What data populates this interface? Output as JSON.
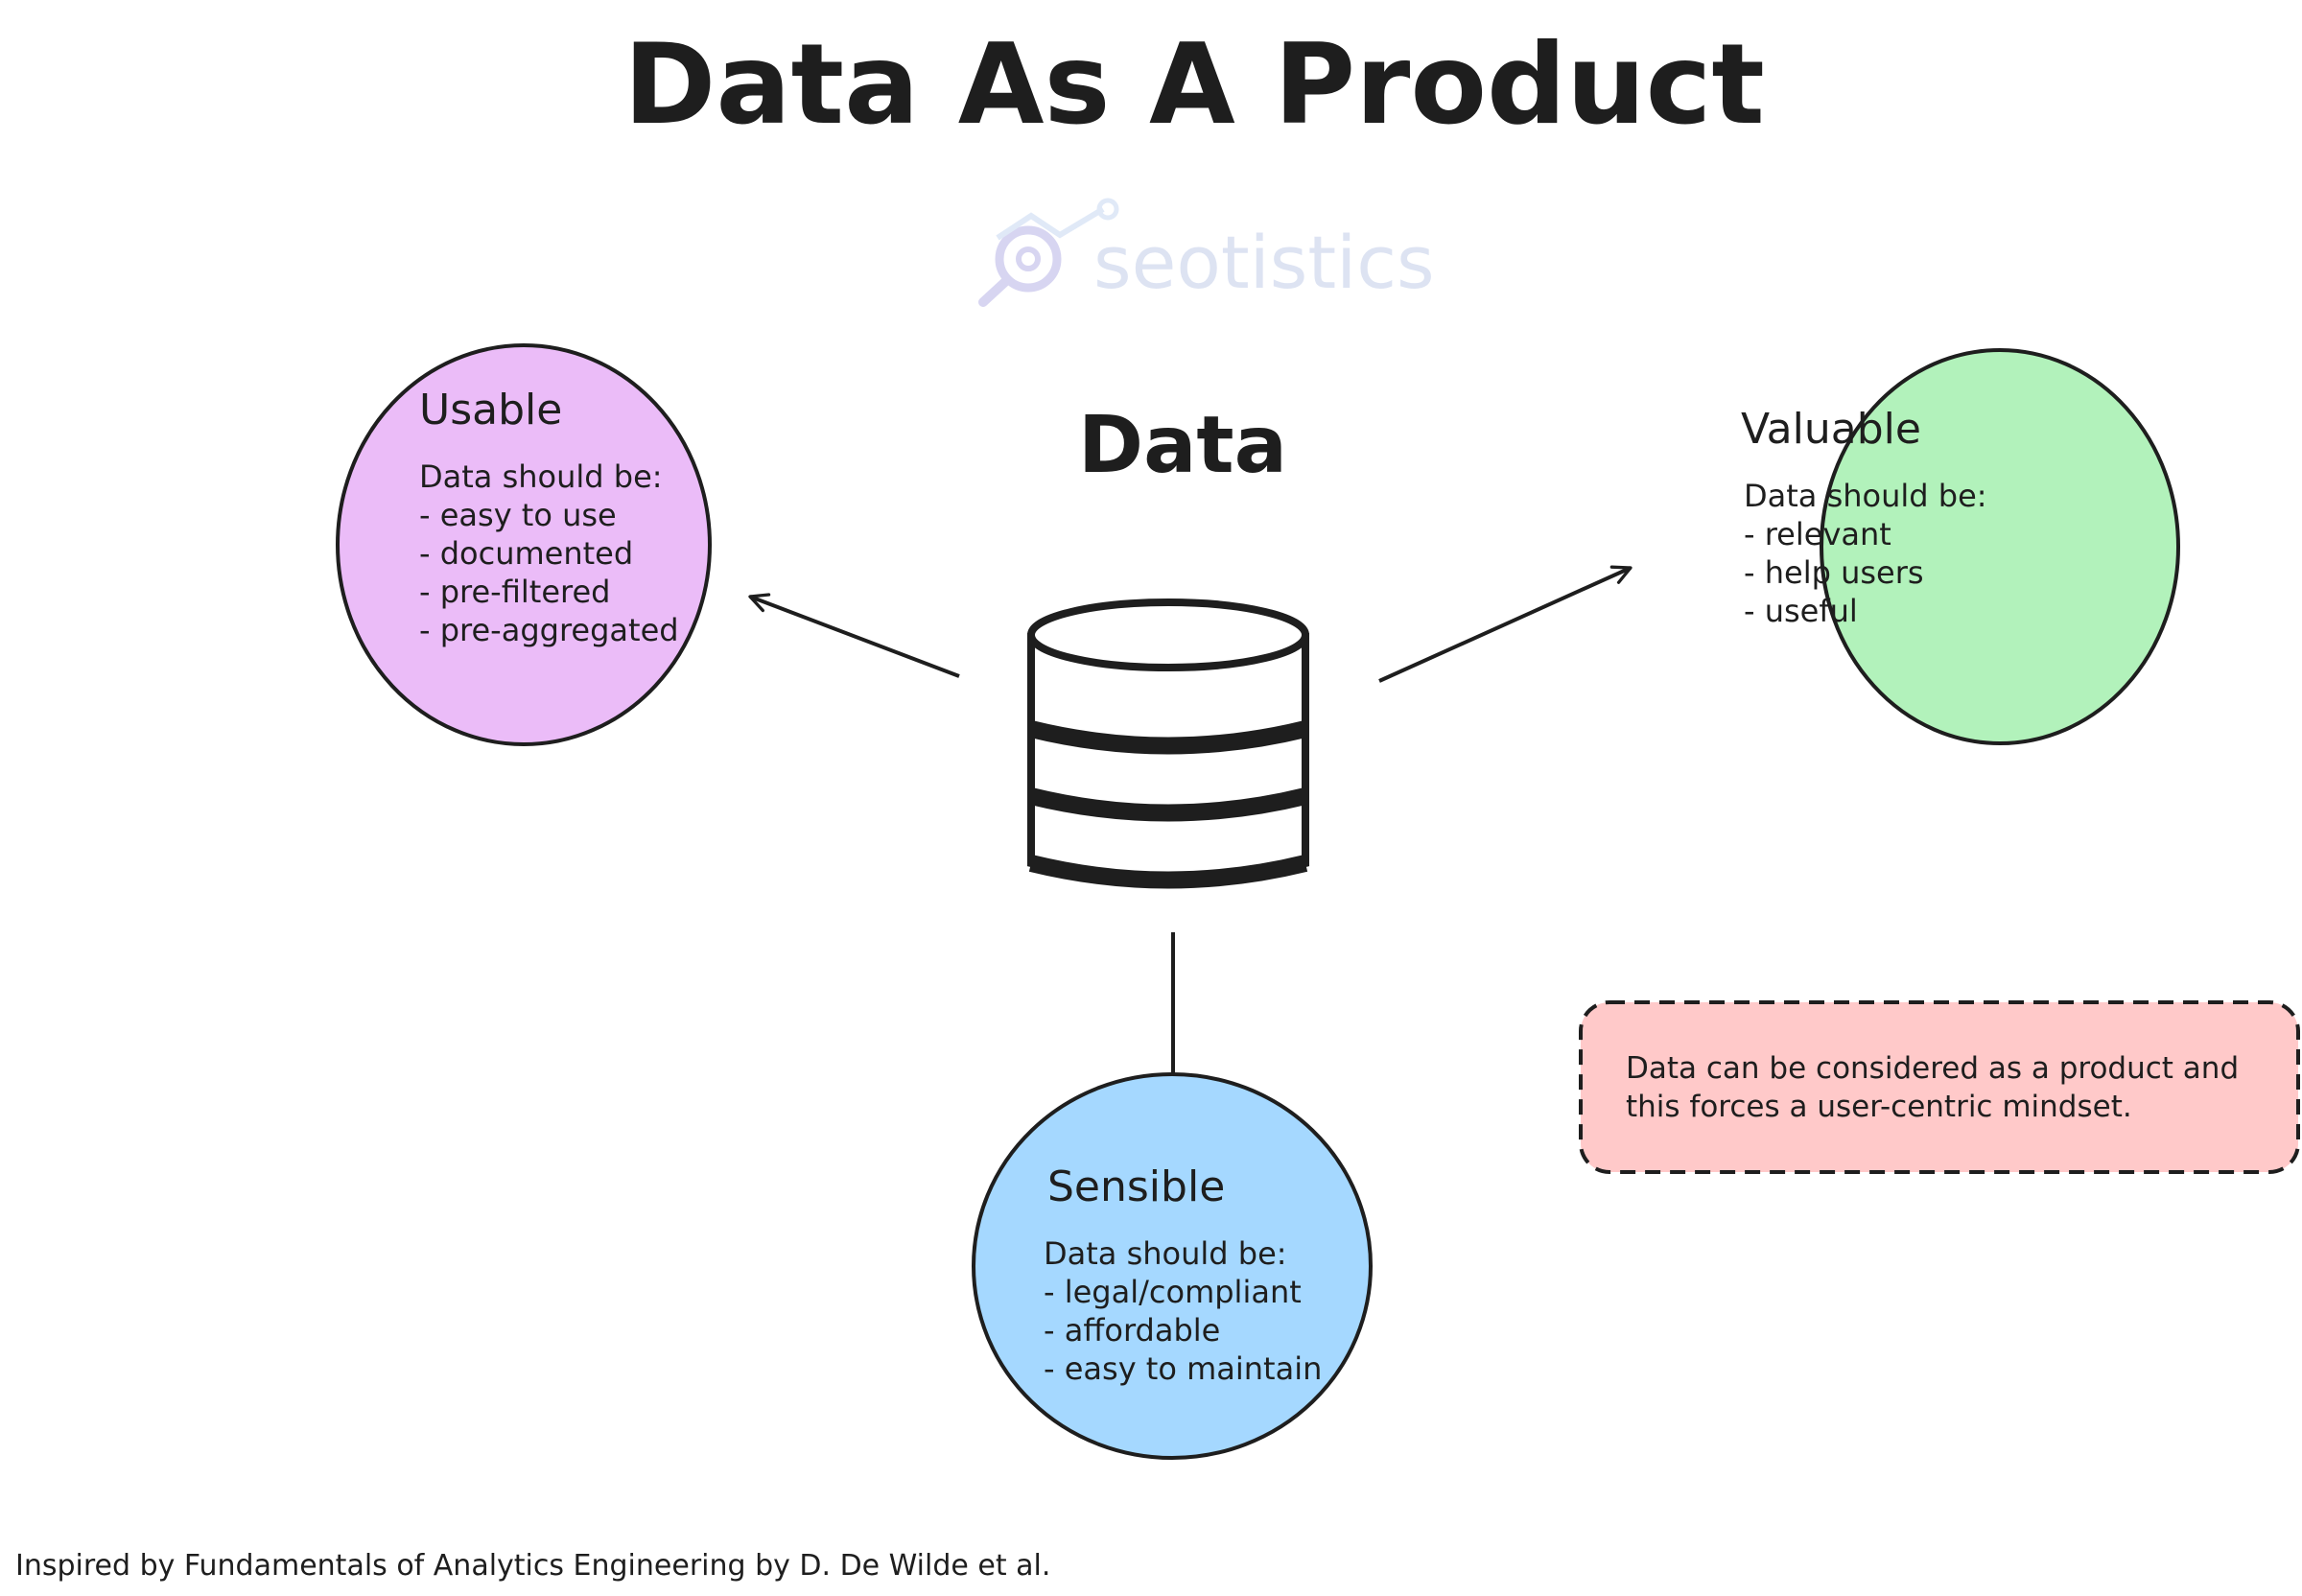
{
  "title": "Data As A Product",
  "watermark": {
    "text": "seotistics",
    "icon": "magnifier-chart-icon"
  },
  "center": {
    "label": "Data",
    "icon": "database-icon"
  },
  "nodes": {
    "usable": {
      "heading": "Usable",
      "intro": "Data should be:",
      "items": [
        "- easy to use",
        "- documented",
        "- pre-filtered",
        "- pre-aggregated"
      ],
      "color": "#ebbcf8"
    },
    "valuable": {
      "heading": "Valuable",
      "intro": "Data should be:",
      "items": [
        "- relevant",
        "- help users",
        "- useful"
      ],
      "color": "#b2f2bb"
    },
    "sensible": {
      "heading": "Sensible",
      "intro": "Data should be:",
      "items": [
        "- legal/compliant",
        "- affordable",
        "- easy to maintain"
      ],
      "color": "#a5d8ff"
    }
  },
  "note": {
    "lines": [
      "Data can be considered as a product and",
      "this forces a user-centric mindset."
    ],
    "color": "#ffc9c9"
  },
  "footer": "Inspired by Fundamentals of Analytics Engineering by D. De Wilde et al."
}
